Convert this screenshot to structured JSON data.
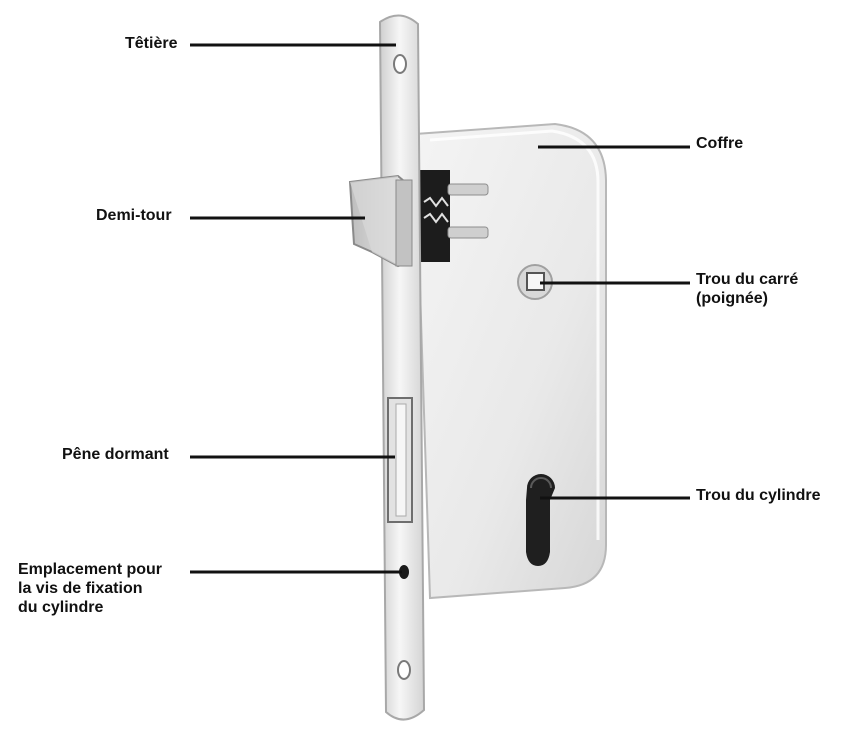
{
  "labels": {
    "tetiere": "Têtière",
    "demi_tour": "Demi-tour",
    "pene_dormant": "Pêne dormant",
    "emplacement": {
      "line1": "Emplacement pour",
      "line2": "la vis de fixation",
      "line3": "du cylindre"
    },
    "coffre": "Coffre",
    "trou_carre": {
      "line1": "Trou du carré",
      "line2": "(poignée)"
    },
    "trou_cylindre": "Trou du cylindre"
  },
  "colors": {
    "leader_line": "#111111",
    "metal_light": "#f2f2f2",
    "metal_mid": "#d9d9d9",
    "metal_dark": "#9a9a9a"
  }
}
